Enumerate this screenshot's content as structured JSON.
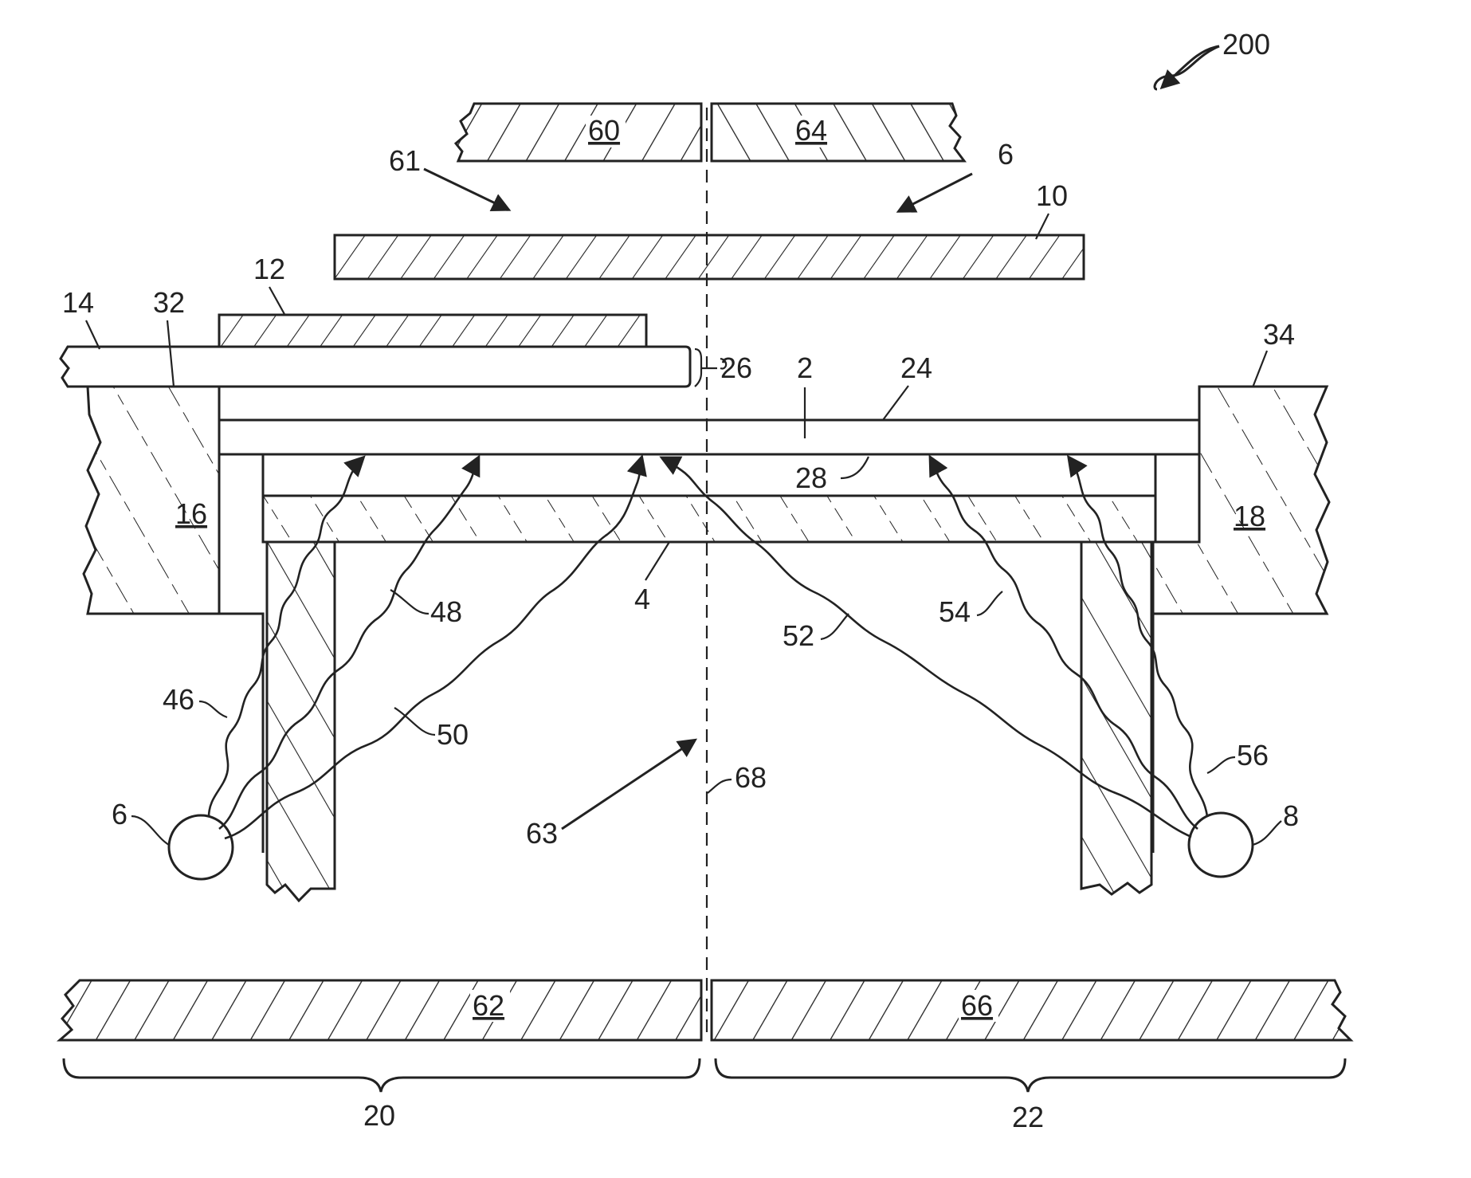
{
  "figure_ref": "200",
  "labels": {
    "l60": "60",
    "l64": "64",
    "l61": "61",
    "l6top": "6",
    "l10": "10",
    "l12": "12",
    "l14": "14",
    "l32": "32",
    "l26": "26",
    "l34": "34",
    "l2": "2",
    "l24": "24",
    "l28": "28",
    "l16": "16",
    "l18": "18",
    "l4": "4",
    "l46": "46",
    "l48": "48",
    "l50": "50",
    "l52": "52",
    "l54": "54",
    "l56": "56",
    "l6src": "6",
    "l8": "8",
    "l63": "63",
    "l68": "68",
    "l62": "62",
    "l66": "66",
    "l20": "20",
    "l22": "22"
  }
}
